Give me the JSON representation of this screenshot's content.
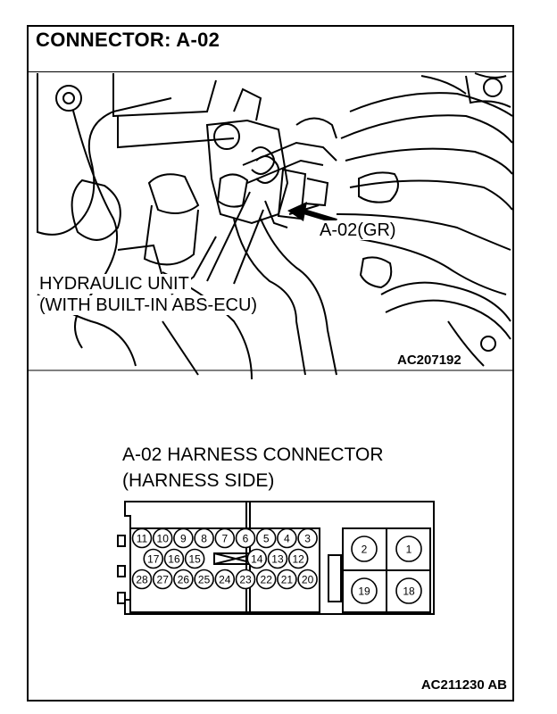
{
  "title": "CONNECTOR: A-02",
  "photo": {
    "label_hydraulic_unit_line1": "HYDRAULIC UNIT",
    "label_hydraulic_unit_line2": "(WITH BUILT-IN ABS-ECU)",
    "label_connector": "A-02(GR)",
    "figure_code": "AC207192"
  },
  "connector": {
    "title_line1": "A-02 HARNESS CONNECTOR",
    "title_line2": "(HARNESS SIDE)",
    "row1": [
      "11",
      "10",
      "9",
      "8",
      "7",
      "6",
      "5",
      "4",
      "3"
    ],
    "row2": [
      "17",
      "16",
      "15",
      "14",
      "13",
      "12"
    ],
    "row3": [
      "28",
      "27",
      "26",
      "25",
      "24",
      "23",
      "22",
      "21",
      "20"
    ],
    "large_pins_top": [
      "2",
      "1"
    ],
    "large_pins_bottom": [
      "19",
      "18"
    ]
  },
  "figure_code_bottom": "AC211230 AB"
}
